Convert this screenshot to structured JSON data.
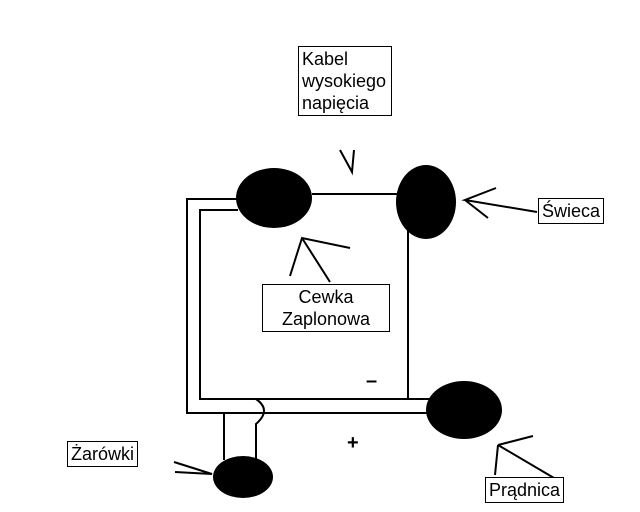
{
  "labels": {
    "cable_high_voltage": "Kabel wysokiego napięcia",
    "spark_plug": "Świeca",
    "ignition_coil": "Cewka Zaplonowa",
    "generator": "Prądnica",
    "bulbs": "Żarówki"
  },
  "signs": {
    "minus": "–",
    "plus": "+"
  },
  "colors": {
    "ink": "#000000",
    "background": "#ffffff"
  }
}
